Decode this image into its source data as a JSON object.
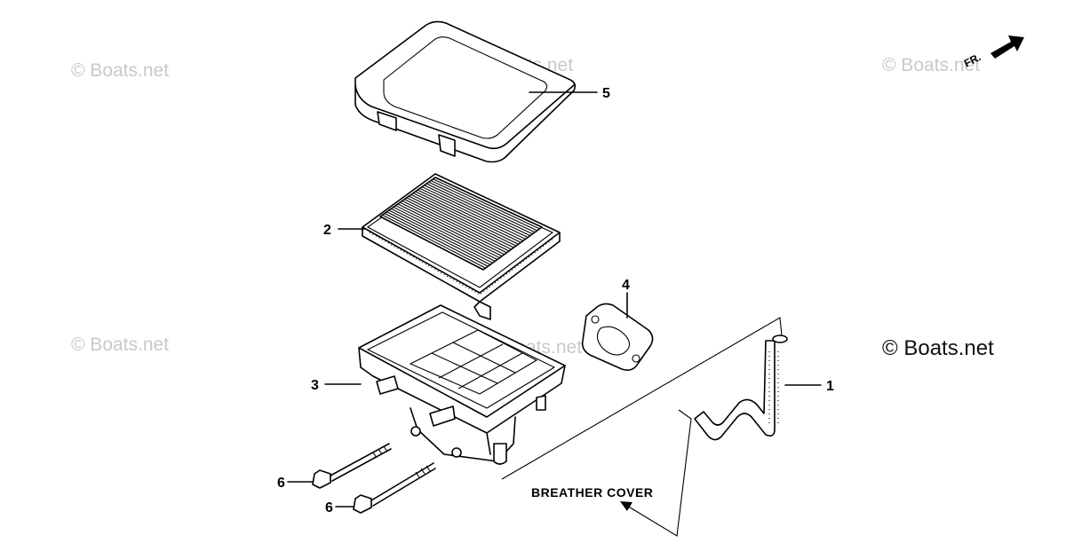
{
  "watermarks": {
    "text": "© Boats.net",
    "prominent": "© Boats.net"
  },
  "orientation": {
    "label": "FR."
  },
  "annotation": {
    "breather_cover": "BREATHER COVER"
  },
  "callouts": {
    "tube": "1",
    "filter_element": "2",
    "case": "3",
    "gasket": "4",
    "cover": "5",
    "bolt_upper": "6",
    "bolt_lower": "6"
  },
  "colors": {
    "ink": "#000000",
    "watermark": "#c9c9c9"
  }
}
